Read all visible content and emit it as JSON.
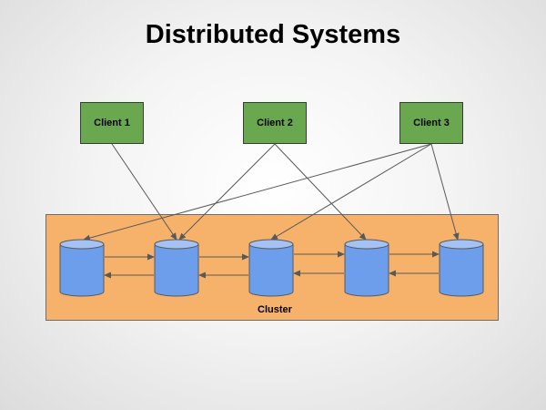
{
  "title": "Distributed Systems",
  "clients": [
    {
      "label": "Client 1"
    },
    {
      "label": "Client 2"
    },
    {
      "label": "Client 3"
    }
  ],
  "cluster": {
    "label": "Cluster",
    "node_count": 5
  },
  "colors": {
    "client_fill": "#6aa84f",
    "cluster_fill": "#f6b26b",
    "node_fill": "#6d9eeb",
    "node_top": "#a4c2f4",
    "edge": "#595959"
  }
}
